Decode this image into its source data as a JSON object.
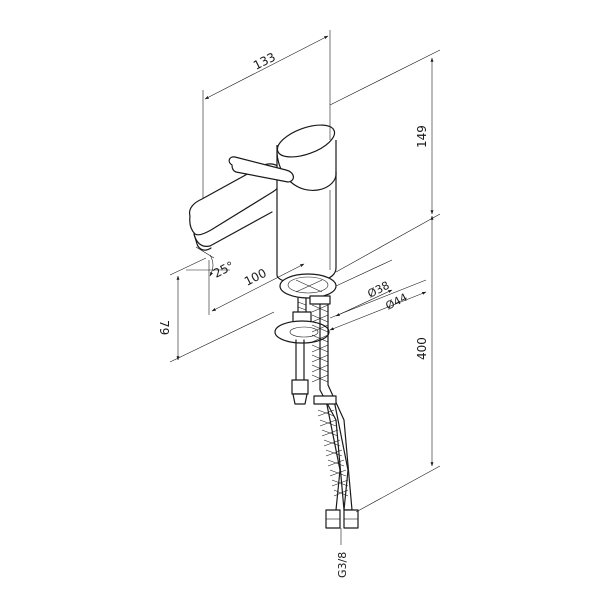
{
  "dimensions": {
    "width_top": "133",
    "height_body": "149",
    "reach": "100",
    "angle": "25°",
    "spout_height": "79",
    "diameter_base": "Ø38",
    "diameter_washer": "Ø44",
    "hose_length": "400",
    "thread": "G3/8"
  }
}
